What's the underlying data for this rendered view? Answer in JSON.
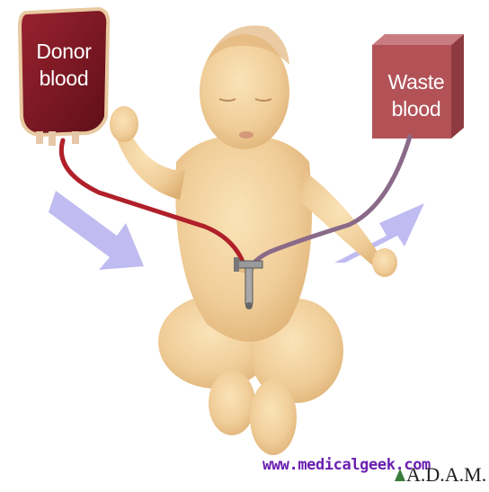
{
  "labels": {
    "donor_line1": "Donor",
    "donor_line2": "blood",
    "waste_line1": "Waste",
    "waste_line2": "blood"
  },
  "watermark": "www.medicalgeek.com",
  "brand": "A.D.A.M.",
  "colors": {
    "donor_bag": "#7a1620",
    "donor_tube": "#b0202a",
    "waste_box": "#b25257",
    "waste_tube": "#8a6a88",
    "arrows": "#b9b4ee",
    "skin": "#f2d3a0",
    "watermark": "#6a1fb0"
  },
  "icons": [
    "donor-blood-bag-icon",
    "waste-blood-box-icon",
    "flow-arrow-icon",
    "umbilical-catheter-icon",
    "baby-illustration"
  ]
}
